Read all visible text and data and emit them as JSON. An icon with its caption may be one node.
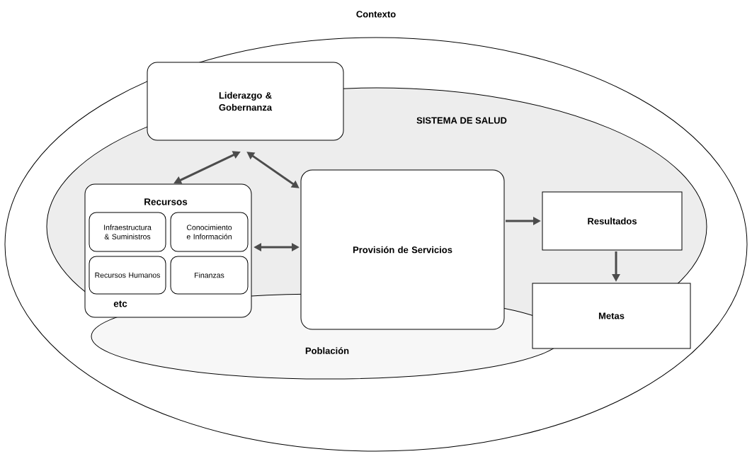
{
  "diagram": {
    "nodes": [
      {
        "text": [
          "Contexto"
        ]
      },
      {
        "text": [
          "SISTEMA DE SALUD"
        ],
        "in": 0
      },
      {
        "text": [
          "Liderazgo & Gobernanza"
        ],
        "in": 0
      },
      {
        "text": [
          "Recursos",
          "etc"
        ],
        "in": 1
      },
      {
        "text": [
          "Infraestructura & Suministros"
        ],
        "in": 3
      },
      {
        "text": [
          "Conocimiento e Información"
        ],
        "in": 3
      },
      {
        "text": [
          "Recursos Humanos"
        ],
        "in": 3
      },
      {
        "text": [
          "Finanzas"
        ],
        "in": 3
      },
      {
        "text": [
          "Provisión de Servicios"
        ],
        "in": 1
      },
      {
        "text": [
          "Resultados"
        ],
        "in": 1
      },
      {
        "text": [
          "Metas"
        ],
        "in": 1
      },
      {
        "text": [
          "Población"
        ],
        "in": 0
      }
    ],
    "edges": [
      {
        "from": 2,
        "to": 3,
        "arrow": "both"
      },
      {
        "from": 2,
        "to": 8,
        "arrow": "both"
      },
      {
        "from": 3,
        "to": 8,
        "arrow": "both"
      },
      {
        "from": 8,
        "to": 9,
        "arrow": "to"
      },
      {
        "from": 9,
        "to": 10,
        "arrow": "to"
      }
    ]
  }
}
